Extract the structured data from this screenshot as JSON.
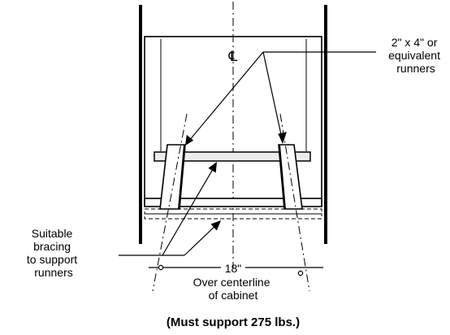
{
  "labels": {
    "centerline_symbol": "℄",
    "runners": [
      "2\" x  4\" or",
      "equivalent",
      "runners"
    ],
    "bracing": [
      "Suitable",
      "bracing",
      "to support",
      "runners"
    ],
    "dimension": "18\"",
    "dimension_note": [
      "Over centerline",
      "of cabinet"
    ],
    "caption": "(Must support 275 lbs.)"
  },
  "colors": {
    "ink": "#000000",
    "background": "#ffffff"
  }
}
